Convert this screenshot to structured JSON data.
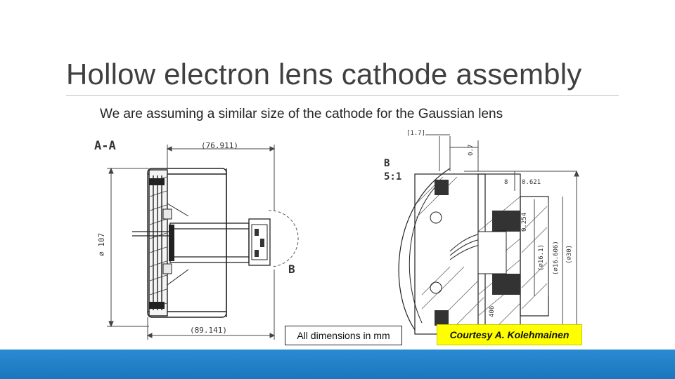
{
  "slide": {
    "title": "Hollow electron lens cathode assembly",
    "subtitle": "We are assuming a similar size of the cathode for the Gaussian lens",
    "dimensions_note": "All dimensions in mm",
    "courtesy": "Courtesy A. Kolehmainen",
    "footer_color": "#1f81c9"
  },
  "drawing": {
    "section_label": "A-A",
    "detail_label": "B",
    "detail_scale": "B\n5:1",
    "detail_scale_letter": "B",
    "detail_scale_ratio": "5:1",
    "dim_top": "(76.911)",
    "dim_bottom": "(89.141)",
    "dim_left": "⌀ 107",
    "detail_dims": {
      "top": "[1.7]",
      "vertical_top": "0.7",
      "d8": "8",
      "d0621": "0.621",
      "d0254": "0.254",
      "phi16": "(⌀16.1)",
      "phi16606": "(⌀16.606)",
      "phi30": "(⌀30)",
      "d406": "406"
    }
  }
}
